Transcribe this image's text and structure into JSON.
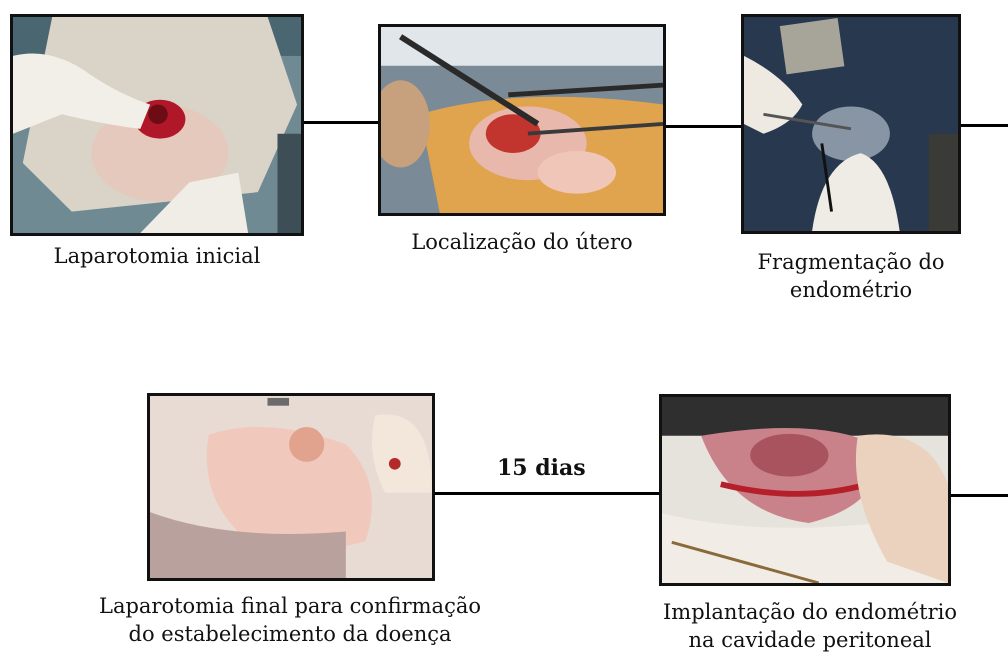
{
  "steps": {
    "step1": {
      "caption": "Laparotomia inicial",
      "image": "surgery-photo"
    },
    "step2": {
      "caption": "Localização do útero",
      "image": "surgery-photo"
    },
    "step3": {
      "caption": "Fragmentação do\nendométrio",
      "image": "surgery-photo"
    },
    "step4": {
      "caption": "Implantação do endométrio\nna cavidade peritoneal",
      "image": "surgery-photo"
    },
    "step5": {
      "caption": "Laparotomia final para confirmação\ndo estabelecimento da doença",
      "image": "surgery-photo"
    }
  },
  "interval_label": "15 dias"
}
